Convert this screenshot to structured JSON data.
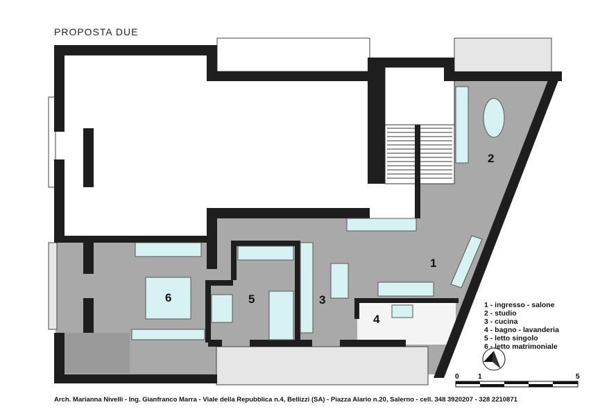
{
  "title": "PROPOSTA DUE",
  "rooms": [
    {
      "num": "1",
      "name": "ingresso - salone"
    },
    {
      "num": "2",
      "name": "studio"
    },
    {
      "num": "3",
      "name": "cucina"
    },
    {
      "num": "4",
      "name": "bagno - lavanderia"
    },
    {
      "num": "5",
      "name": "letto singolo"
    },
    {
      "num": "6",
      "name": "letto matrimoniale"
    }
  ],
  "legend": [
    "1 - ingresso - salone",
    "2 - studio",
    "3 - cucina",
    "4 - bagno - lavanderia",
    "5 - letto singolo",
    "6 - letto matrimoniale"
  ],
  "scale": {
    "labels": [
      "0",
      "1",
      "5"
    ],
    "unit_max": 5
  },
  "footer": "Arch. Marianna Nivelli - Ing. Gianfranco Marra -  Viale della Repubblica n.4, Bellizzi (SA) - Piazza Alario n.20, Salerno - cell. 348 3920207 - 328 2210871",
  "colors": {
    "wall": "#1e1e1e",
    "floor": "#a9a9a9",
    "furniture": "#d6f2f2"
  }
}
